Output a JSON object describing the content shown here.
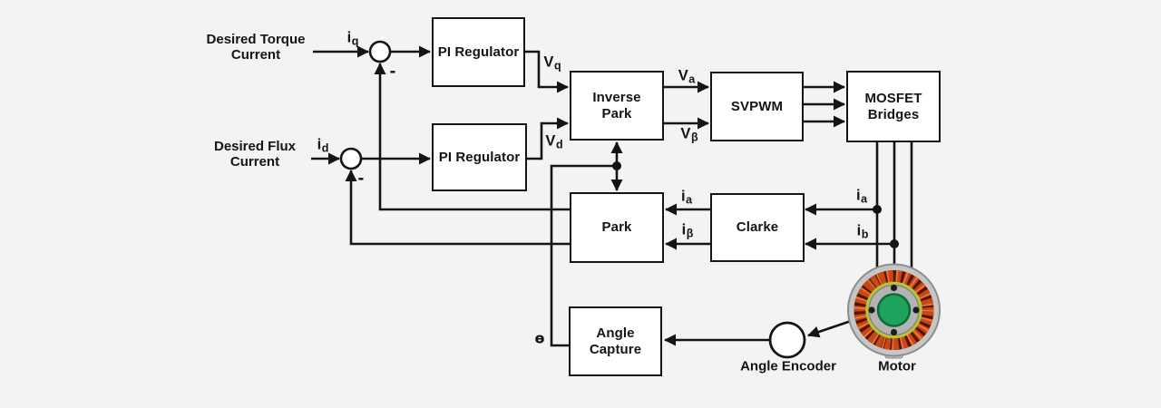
{
  "blocks": {
    "pi_regulator_torque": {
      "label": "PI Regulator"
    },
    "pi_regulator_flux": {
      "label": "PI Regulator"
    },
    "inverse_park": {
      "label": "Inverse Park"
    },
    "svpwm": {
      "label": "SVPWM"
    },
    "mosfet_bridges": {
      "label": "MOSFET Bridges"
    },
    "park": {
      "label": "Park"
    },
    "clarke": {
      "label": "Clarke"
    },
    "angle_capture": {
      "label": "Angle Capture"
    }
  },
  "sources": {
    "torque": {
      "label": "Desired Torque Current"
    },
    "flux": {
      "label": "Desired Flux Current"
    }
  },
  "signals": {
    "iq": {
      "base": "i",
      "sub": "q"
    },
    "id": {
      "base": "i",
      "sub": "d"
    },
    "vq": {
      "base": "V",
      "sub": "q"
    },
    "vd": {
      "base": "V",
      "sub": "d"
    },
    "va": {
      "base": "V",
      "sub": "a"
    },
    "vbeta": {
      "base": "V",
      "sub": "β"
    },
    "ia_clarke_park": {
      "base": "i",
      "sub": "a"
    },
    "ibeta_clarke_park": {
      "base": "i",
      "sub": "β"
    },
    "ia_motor": {
      "base": "i",
      "sub": "a"
    },
    "ib_motor": {
      "base": "i",
      "sub": "b"
    },
    "theta": "ɵ"
  },
  "summing_junctions": {
    "torque_minus": "-",
    "flux_minus": "-"
  },
  "annotations": {
    "angle_encoder": "Angle Encoder",
    "motor": "Motor"
  },
  "colors": {
    "background": "#f3f3f3",
    "line": "#141414",
    "block_fill": "#ffffff",
    "motor_core_green": "#1fa35c",
    "motor_winding_copper": "#c84715",
    "motor_ring_yellow": "#b6c437",
    "motor_housing_gray": "#b3b3b3"
  }
}
